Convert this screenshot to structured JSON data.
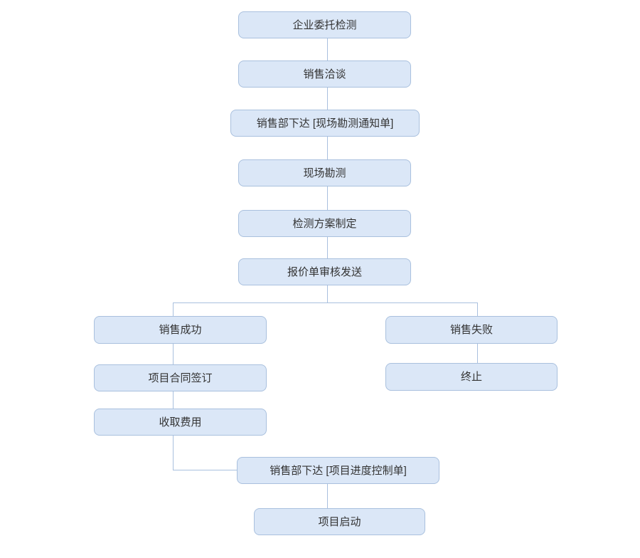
{
  "diagram": {
    "name": "enterprise-entrusted-testing-sales-flowchart",
    "colors": {
      "node_fill": "#dbe7f7",
      "node_border": "#a9c0de",
      "connector": "#a9c0de",
      "text": "#333333",
      "background": "#ffffff"
    },
    "nodes": [
      {
        "id": "entrust-testing",
        "label": "企业委托检测"
      },
      {
        "id": "sales-negotiation",
        "label": "销售洽谈"
      },
      {
        "id": "issue-survey-notice",
        "label": "销售部下达 [现场勘测通知单]"
      },
      {
        "id": "site-survey",
        "label": "现场勘测"
      },
      {
        "id": "testing-plan",
        "label": "检测方案制定"
      },
      {
        "id": "quotation-review-send",
        "label": "报价单审核发送"
      },
      {
        "id": "sales-success",
        "label": "销售成功"
      },
      {
        "id": "sales-failure",
        "label": "销售失败"
      },
      {
        "id": "contract-signing",
        "label": "项目合同签订"
      },
      {
        "id": "terminate",
        "label": "终止"
      },
      {
        "id": "collect-fees",
        "label": "收取费用"
      },
      {
        "id": "issue-progress-control",
        "label": "销售部下达 [项目进度控制单]"
      },
      {
        "id": "project-launch",
        "label": "项目启动"
      }
    ]
  }
}
